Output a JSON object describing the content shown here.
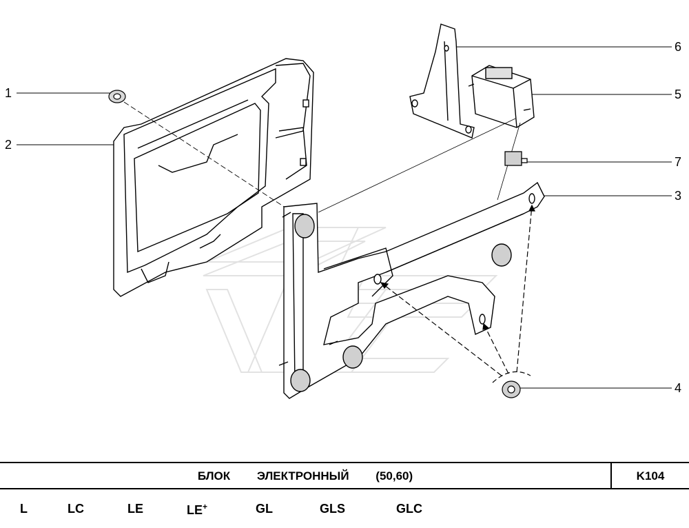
{
  "callouts": [
    {
      "number": "1"
    },
    {
      "number": "2"
    },
    {
      "number": "3"
    },
    {
      "number": "4"
    },
    {
      "number": "5"
    },
    {
      "number": "6"
    },
    {
      "number": "7"
    }
  ],
  "title_bar": {
    "title_word1": "БЛОК",
    "title_word2": "ЭЛЕКТРОННЫЙ",
    "title_qualifier": "(50,60)",
    "code": "K104"
  },
  "variants": [
    {
      "label": "L"
    },
    {
      "label": "LC"
    },
    {
      "label": "LE"
    },
    {
      "label": "LE",
      "suffix": "+"
    },
    {
      "label": "GL"
    },
    {
      "label": "GLS"
    },
    {
      "label": "GLC"
    }
  ]
}
